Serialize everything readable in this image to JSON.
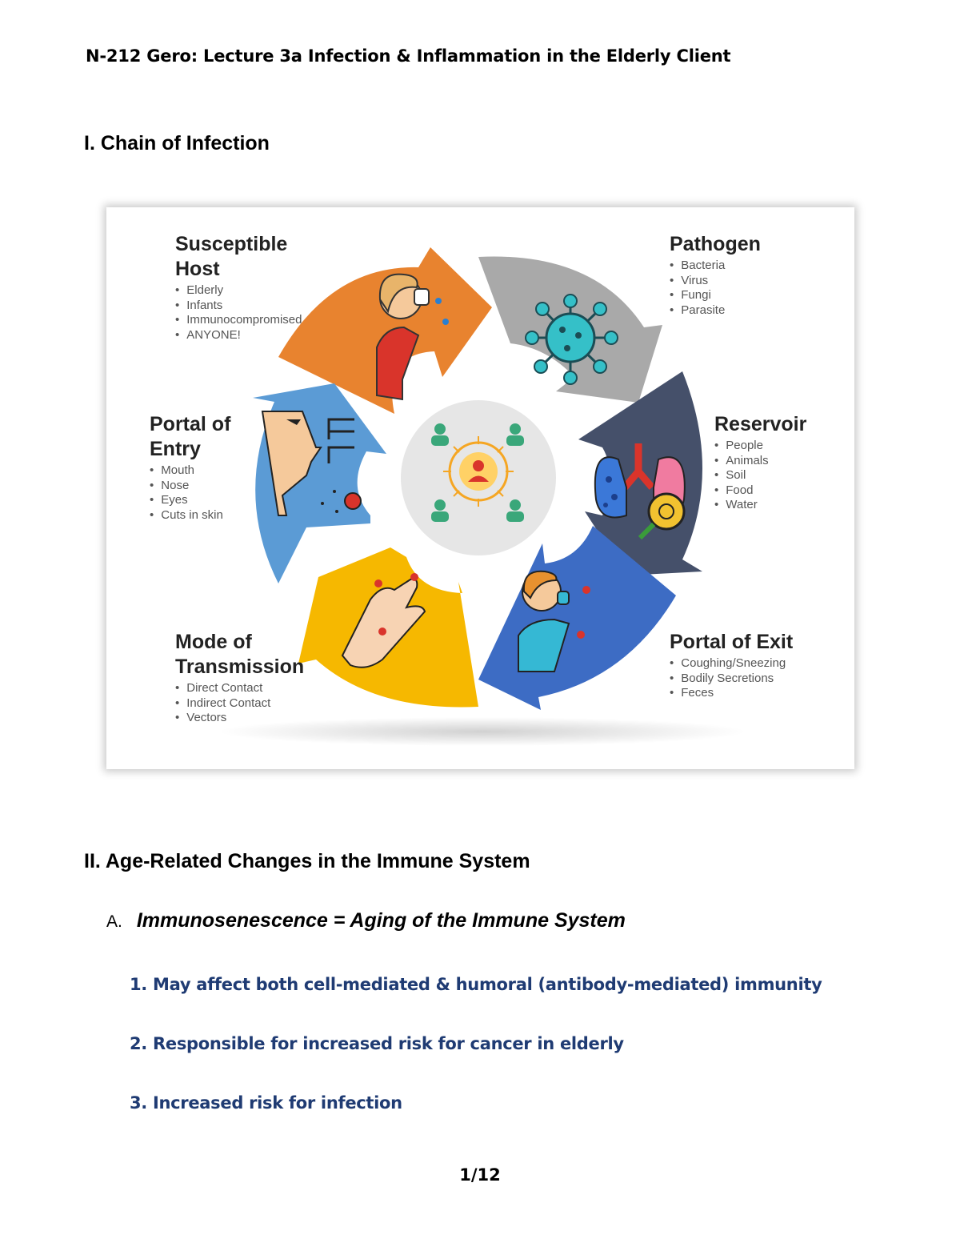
{
  "header": {
    "title": "N-212 Gero: Lecture 3a Infection & Inflammation in the Elderly Client"
  },
  "section1": {
    "numeral": "I.",
    "title": "Chain of Infection"
  },
  "figure": {
    "stages": [
      {
        "title_line1": "Susceptible",
        "title_line2": "Host",
        "items": [
          "Elderly",
          "Infants",
          "Immunocompromised",
          "ANYONE!"
        ]
      },
      {
        "title_line1": "Pathogen",
        "title_line2": "",
        "items": [
          "Bacteria",
          "Virus",
          "Fungi",
          "Parasite"
        ]
      },
      {
        "title_line1": "Reservoir",
        "title_line2": "",
        "items": [
          "People",
          "Animals",
          "Soil",
          "Food",
          "Water"
        ]
      },
      {
        "title_line1": "Portal of Exit",
        "title_line2": "",
        "items": [
          "Coughing/Sneezing",
          "Bodily Secretions",
          "Feces"
        ]
      },
      {
        "title_line1": "Mode of",
        "title_line2": "Transmission",
        "items": [
          "Direct Contact",
          "Indirect Contact",
          "Vectors"
        ]
      },
      {
        "title_line1": "Portal of",
        "title_line2": "Entry",
        "items": [
          "Mouth",
          "Nose",
          "Eyes",
          "Cuts in skin"
        ]
      }
    ],
    "colors": {
      "orange": "#e8832f",
      "gray": "#a9a9a9",
      "slate": "#45506a",
      "blue": "#3d6cc4",
      "yellow": "#f6b800",
      "lightblue": "#5b9bd5"
    }
  },
  "section2": {
    "numeral": "II.",
    "title": "Age-Related Changes in the Immune System",
    "sub_letter": "A.",
    "sub_title": "Immunosenescence = Aging of the Immune System",
    "items": [
      "1. May affect both cell-mediated & humoral (antibody-mediated) immunity",
      "2. Responsible for increased risk for cancer in elderly",
      "3. Increased risk for infection"
    ]
  },
  "footer": {
    "page": "1/12"
  }
}
